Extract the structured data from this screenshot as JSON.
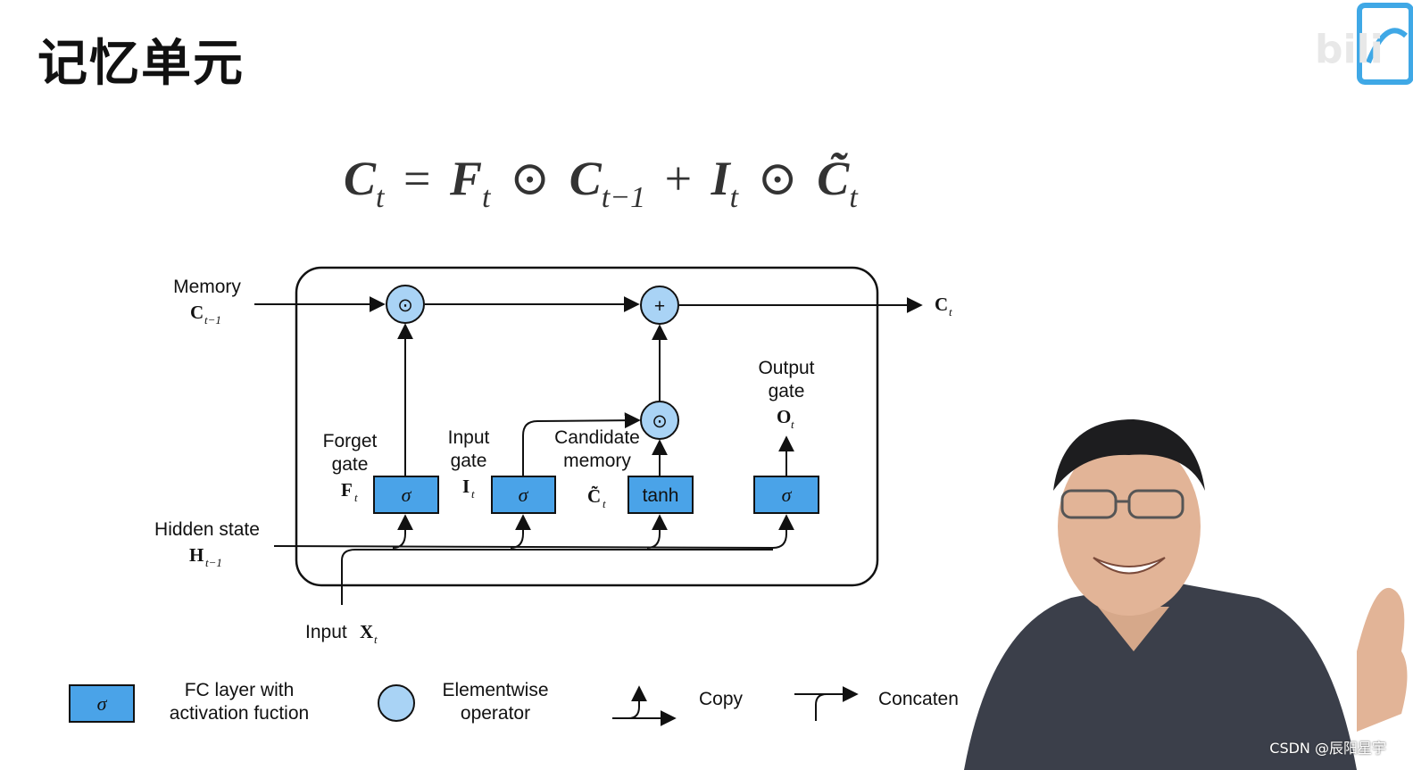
{
  "title": "记忆单元",
  "formula": {
    "lhs": "C",
    "lhs_sub": "t",
    "eq": "=",
    "t1": "F",
    "t1_sub": "t",
    "odot1": "⊙",
    "t2": "C",
    "t2_sub": "t−1",
    "plus": "+",
    "t3": "I",
    "t3_sub": "t",
    "odot2": "⊙",
    "t4": "C̃",
    "t4_sub": "t"
  },
  "diagram": {
    "memory_label": "Memory",
    "memory_var": "C",
    "memory_sub": "t−1",
    "output_var": "C",
    "output_sub": "t",
    "hidden_label": "Hidden state",
    "hidden_var": "H",
    "hidden_sub": "t−1",
    "input_label": "Input",
    "input_var": "X",
    "input_sub": "t",
    "forget_l1": "Forget",
    "forget_l2": "gate",
    "forget_var": "F",
    "forget_sub": "t",
    "inputgate_l1": "Input",
    "inputgate_l2": "gate",
    "inputgate_var": "I",
    "inputgate_sub": "t",
    "cand_l1": "Candidate",
    "cand_l2": "memory",
    "cand_var": "C̃",
    "cand_sub": "t",
    "output_l1": "Output",
    "output_l2": "gate",
    "output_gate_var": "O",
    "output_gate_sub": "t",
    "sigma": "σ",
    "tanh": "tanh",
    "odot": "⊙",
    "plus": "+"
  },
  "legend": {
    "fc_symbol": "σ",
    "fc_l1": "FC layer with",
    "fc_l2": "activation fuction",
    "elem_l1": "Elementwise",
    "elem_l2": "operator",
    "copy": "Copy",
    "concat": "Concaten"
  },
  "watermark": "CSDN @辰阳星宇",
  "colors": {
    "box": "#4aa3e8",
    "circle": "#a9d3f5",
    "stroke": "#111111"
  }
}
